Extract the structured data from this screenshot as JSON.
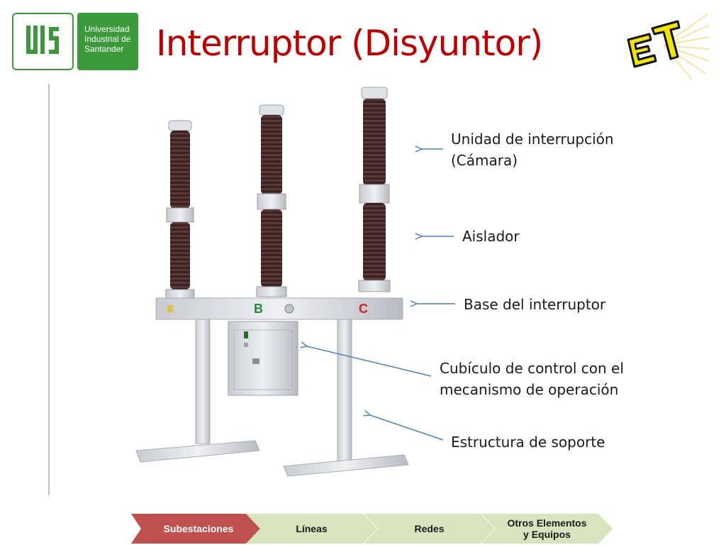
{
  "header": {
    "university_lines": [
      "Universidad",
      "Industrial de",
      "Santander"
    ],
    "title": "Interruptor (Disyuntor)"
  },
  "diagram": {
    "phase_labels": [
      "B",
      "C"
    ],
    "labels": [
      {
        "lines": [
          "Unidad de interrupción",
          "(Cámara)"
        ]
      },
      {
        "lines": [
          "Aislador"
        ]
      },
      {
        "lines": [
          "Base del interruptor"
        ]
      },
      {
        "lines": [
          "Cubículo de control con el",
          "mecanismo de operación"
        ]
      },
      {
        "lines": [
          "Estructura de soporte"
        ]
      }
    ]
  },
  "nav": {
    "items": [
      {
        "lines": [
          "Subestaciones"
        ],
        "active": true
      },
      {
        "lines": [
          "Líneas"
        ],
        "active": false
      },
      {
        "lines": [
          "Redes"
        ],
        "active": false
      },
      {
        "lines": [
          "Otros Elementos",
          "y Equipos"
        ],
        "active": false
      }
    ]
  },
  "colors": {
    "title": "#c00000",
    "brand_green": "#3a9a3a",
    "nav_active": "#c0504d",
    "nav_inactive": "#d7e4bd",
    "arrow": "#4f81bd",
    "insulator": "#4a2d2d"
  }
}
